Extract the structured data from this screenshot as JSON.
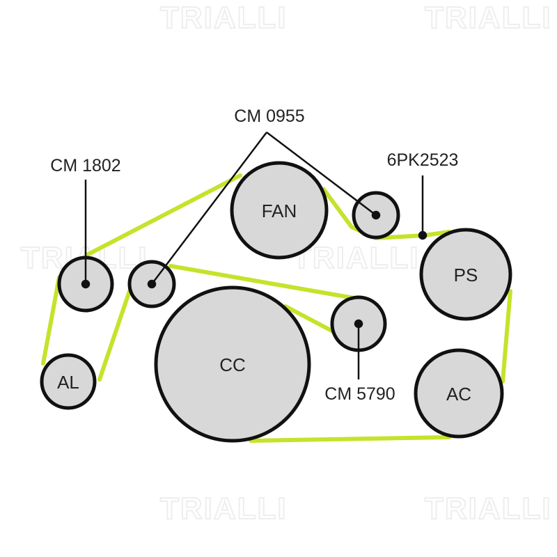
{
  "watermark": "TRIALLI",
  "belt": {
    "label": "6PK2523",
    "color": "#c6e22b"
  },
  "pulleys": {
    "fan": "FAN",
    "ps": "PS",
    "ac": "AC",
    "cc": "CC",
    "al": "AL"
  },
  "parts": {
    "tensioner": "CM 1802",
    "idler": "CM 0955",
    "idler2": "CM 5790"
  }
}
